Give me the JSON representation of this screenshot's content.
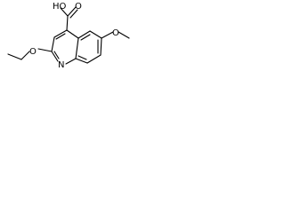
{
  "molecule": {
    "labels": {
      "carboxyl": "HO",
      "carbonyl_oxygen": "O",
      "ethoxy_oxygen": "O",
      "ring_nitrogen": "N",
      "methoxy_oxygen": "O"
    },
    "colors": {
      "bond": "#000000",
      "text": "#000000",
      "background": "#ffffff"
    }
  }
}
